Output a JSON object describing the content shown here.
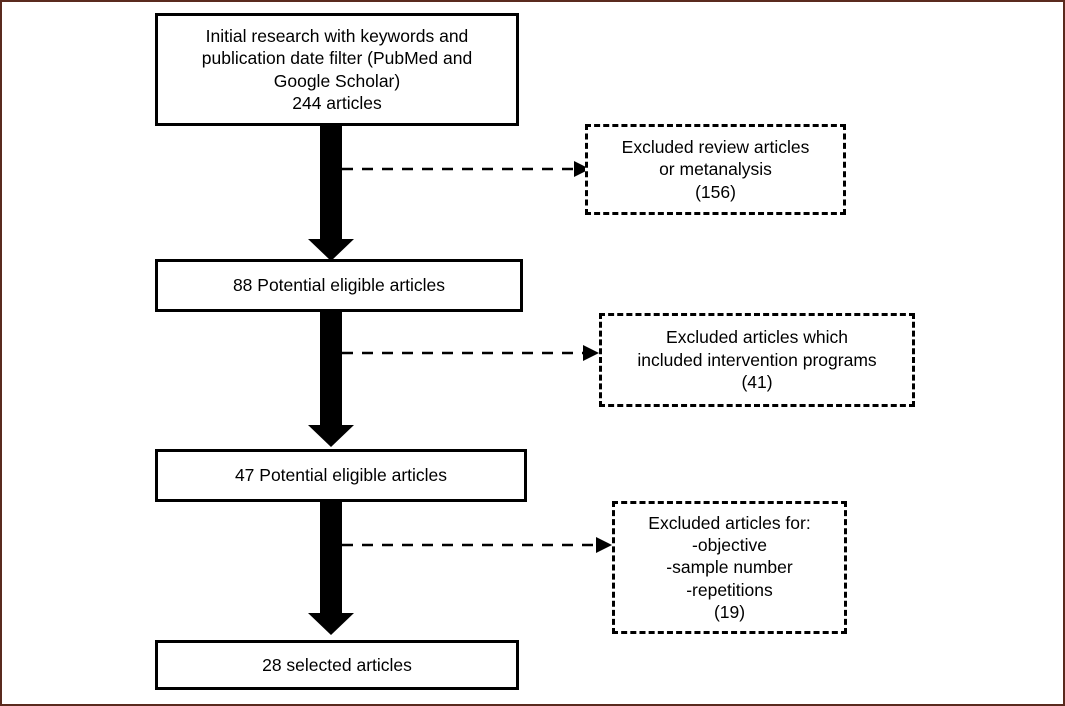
{
  "diagram": {
    "title": "PRISMA-style article selection flowchart",
    "type": "flowchart",
    "border_color": "#5a2a1e",
    "line_color": "#000000",
    "background": "#ffffff",
    "stages": [
      {
        "id": "stage-initial-research",
        "name": "initial-research",
        "style": "solid",
        "text": "Initial research with keywords and\npublication date filter (PubMed and\nGoogle Scholar)\n244 articles",
        "count": 244,
        "count_label": "244 articles"
      },
      {
        "id": "stage-88-eligible",
        "name": "potential-eligible-88",
        "style": "solid",
        "text": "88 Potential eligible articles",
        "count": 88
      },
      {
        "id": "stage-47-eligible",
        "name": "potential-eligible-47",
        "style": "solid",
        "text": "47 Potential eligible articles",
        "count": 47
      },
      {
        "id": "stage-28-selected",
        "name": "selected-articles-28",
        "style": "solid",
        "text": "28 selected articles",
        "count": 28
      }
    ],
    "exclusions": [
      {
        "id": "exclusion-reviews",
        "name": "excluded-reviews",
        "style": "dashed",
        "text": "Excluded review articles\nor metanalysis\n(156)",
        "count": 156,
        "count_label": "(156)"
      },
      {
        "id": "exclusion-intervention",
        "name": "excluded-intervention-programs",
        "style": "dashed",
        "text": "Excluded articles which\nincluded intervention programs\n(41)",
        "count": 41,
        "count_label": "(41)"
      },
      {
        "id": "exclusion-criteria",
        "name": "excluded-criteria",
        "style": "dashed",
        "text": "Excluded articles for:\n-objective\n-sample number\n-repetitions\n(19)",
        "count": 19,
        "count_label": "(19)",
        "reasons": [
          "-objective",
          "-sample number",
          "-repetitions"
        ]
      }
    ],
    "connectors": [
      {
        "name": "flow-arrow-1",
        "from": "stage-initial-research",
        "to": "stage-88-eligible",
        "style": "thick-solid"
      },
      {
        "name": "flow-arrow-2",
        "from": "stage-88-eligible",
        "to": "stage-47-eligible",
        "style": "thick-solid"
      },
      {
        "name": "flow-arrow-3",
        "from": "stage-47-eligible",
        "to": "stage-28-selected",
        "style": "thick-solid"
      },
      {
        "name": "exclusion-arrow-1",
        "from": "flow-arrow-1",
        "to": "exclusion-reviews",
        "style": "dashed"
      },
      {
        "name": "exclusion-arrow-2",
        "from": "flow-arrow-2",
        "to": "exclusion-intervention",
        "style": "dashed"
      },
      {
        "name": "exclusion-arrow-3",
        "from": "flow-arrow-3",
        "to": "exclusion-criteria",
        "style": "dashed"
      }
    ]
  }
}
